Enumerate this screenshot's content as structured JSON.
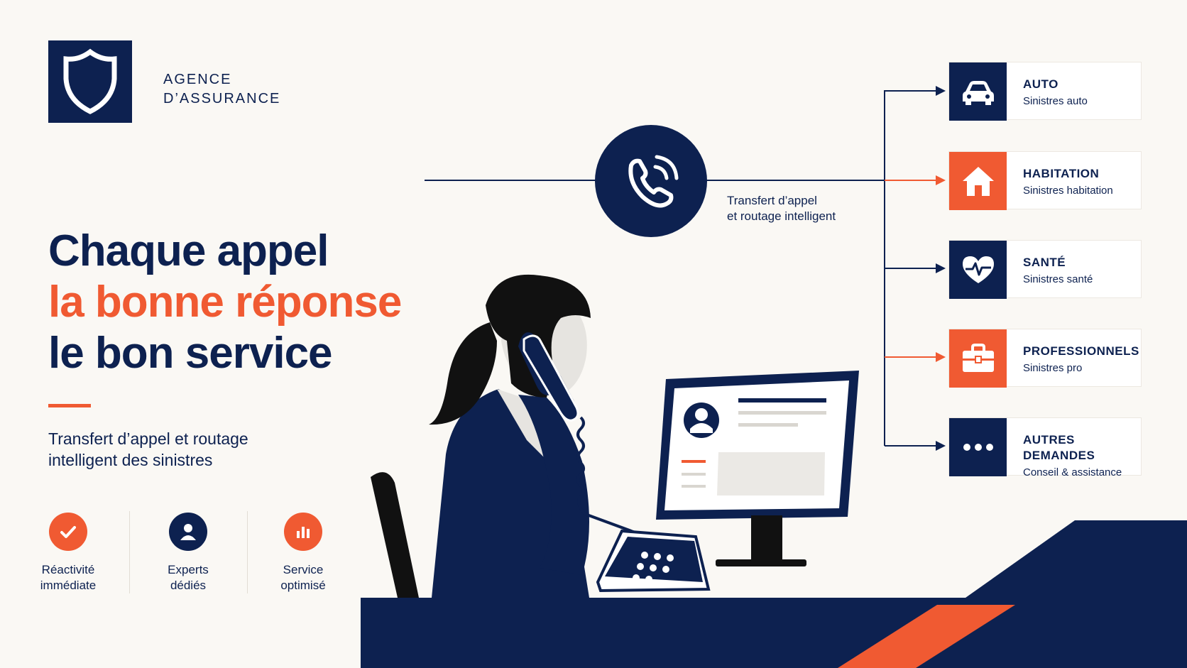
{
  "brand": {
    "line1": "AGENCE",
    "line2": "D’ASSURANCE",
    "logo_icon": "shield-icon"
  },
  "hero": {
    "line1": "Chaque appel",
    "line2": "la bonne réponse",
    "line3": "le bon service",
    "subtitle": "Transfert d’appel et routage intelligent des sinistres"
  },
  "features": [
    {
      "label_line1": "Réactivité",
      "label_line2": "immédiate",
      "icon": "check-icon",
      "color": "#f05a32"
    },
    {
      "label_line1": "Experts",
      "label_line2": "dédiés",
      "icon": "user-icon",
      "color": "#0d2150"
    },
    {
      "label_line1": "Service",
      "label_line2": "optimisé",
      "icon": "bar-chart-icon",
      "color": "#f05a32"
    }
  ],
  "routing": {
    "label_line1": "Transfert d’appel",
    "label_line2": "et routage intelligent",
    "icon": "phone-icon"
  },
  "categories": [
    {
      "title": "AUTO",
      "subtitle": "Sinistres auto",
      "icon": "car-icon",
      "color": "#0d2150"
    },
    {
      "title": "HABITATION",
      "subtitle": "Sinistres habitation",
      "icon": "house-icon",
      "color": "#f05a32"
    },
    {
      "title": "SANTÉ",
      "subtitle": "Sinistres santé",
      "icon": "heart-pulse-icon",
      "color": "#0d2150"
    },
    {
      "title": "PROFESSIONNELS",
      "subtitle": "Sinistres pro",
      "icon": "briefcase-icon",
      "color": "#f05a32"
    },
    {
      "title": "AUTRES DEMANDES",
      "subtitle": "Conseil & assistance",
      "icon": "more-icon",
      "color": "#0d2150"
    }
  ],
  "colors": {
    "navy": "#0d2150",
    "orange": "#f05a32",
    "background": "#faf8f4"
  }
}
